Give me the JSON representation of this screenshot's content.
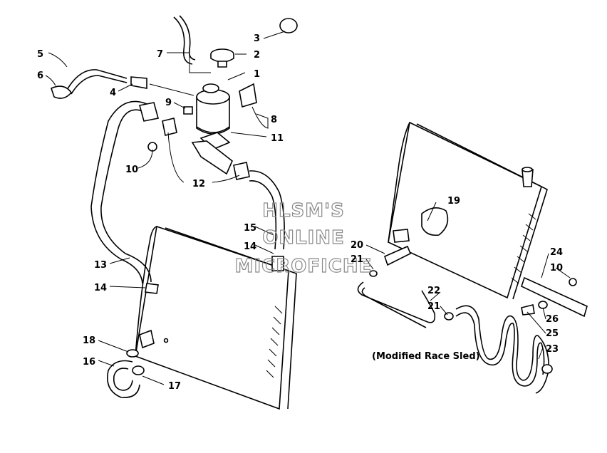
{
  "watermark": {
    "line1": "HLSM'S",
    "line2": "ONLINE",
    "line3": "MICROFICHE"
  },
  "caption": "(Modified Race Sled)",
  "callouts": {
    "c1": "1",
    "c2": "2",
    "c3": "3",
    "c4": "4",
    "c5": "5",
    "c6": "6",
    "c7": "7",
    "c8": "8",
    "c9": "9",
    "c10a": "10",
    "c10b": "10",
    "c11": "11",
    "c12": "12",
    "c13": "13",
    "c14a": "14",
    "c14b": "14",
    "c15": "15",
    "c16": "16",
    "c17": "17",
    "c18": "18",
    "c19": "19",
    "c20": "20",
    "c21a": "21",
    "c21b": "21",
    "c22": "22",
    "c23": "23",
    "c24": "24",
    "c25": "25",
    "c26": "26"
  }
}
